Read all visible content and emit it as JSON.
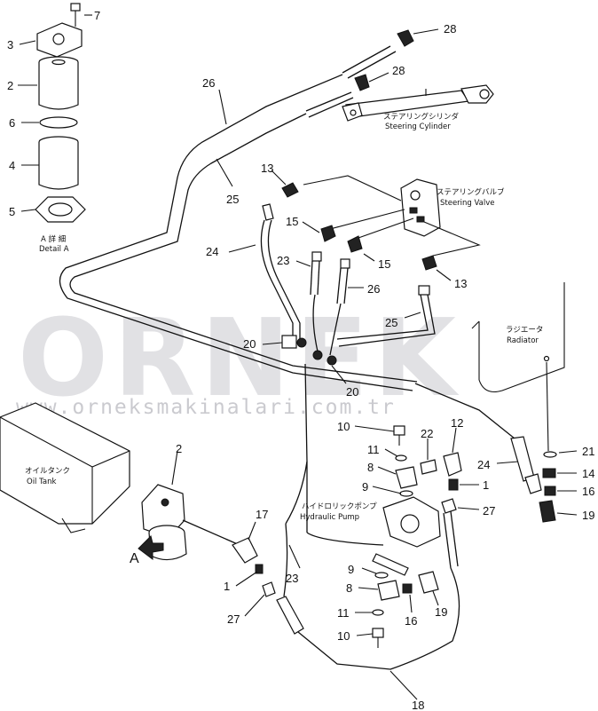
{
  "watermark": {
    "brand": "ORNEK",
    "url": "www.orneksmakinalari.com.tr"
  },
  "labels": {
    "steering_cylinder_jp": "ステアリングシリンダ",
    "steering_cylinder_en": "Steering Cylinder",
    "steering_valve_jp": "ステアリングバルブ",
    "steering_valve_en": "Steering Valve",
    "radiator_jp": "ラジエータ",
    "radiator_en": "Radiator",
    "oil_tank_jp": "オイルタンク",
    "oil_tank_en": "Oil Tank",
    "hydraulic_pump_jp": "ハイドロリックポンプ",
    "hydraulic_pump_en": "Hydraulic Pump",
    "detail_jp": "A 詳 細",
    "detail_en": "Detail A",
    "view_a": "A"
  },
  "callouts": {
    "c7": "7",
    "c3": "3",
    "c2a": "2",
    "c6": "6",
    "c4": "4",
    "c5": "5",
    "c28a": "28",
    "c28b": "28",
    "c26a": "26",
    "c25a": "25",
    "c13a": "13",
    "c24a": "24",
    "c15a": "15",
    "c15b": "15",
    "c23a": "23",
    "c26b": "26",
    "c13b": "13",
    "c25b": "25",
    "c20a": "20",
    "c20b": "20",
    "c10a": "10",
    "c11a": "11",
    "c22": "22",
    "c12": "12",
    "c8a": "8",
    "c9a": "9",
    "c1a": "1",
    "c27a": "27",
    "c24b": "24",
    "c21": "21",
    "c14": "14",
    "c16a": "16",
    "c19a": "19",
    "c2b": "2",
    "c17": "17",
    "c1b": "1",
    "c27b": "27",
    "c23b": "23",
    "c9b": "9",
    "c8b": "8",
    "c16b": "16",
    "c19b": "19",
    "c11b": "11",
    "c10b": "10",
    "c18": "18"
  }
}
